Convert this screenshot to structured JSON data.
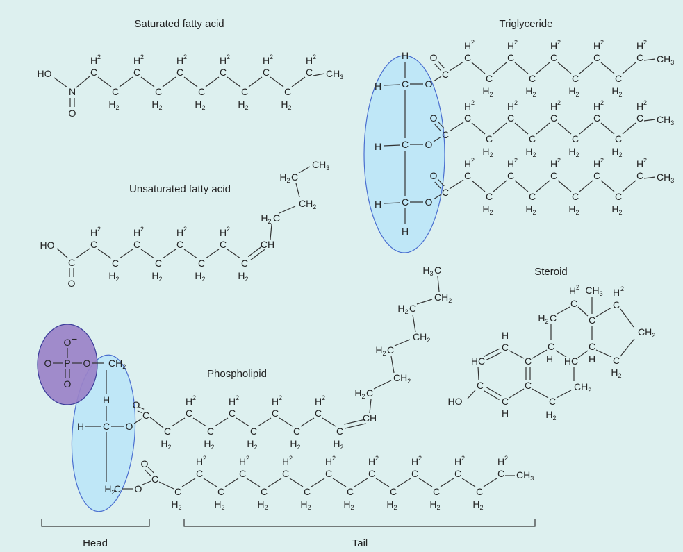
{
  "colors": {
    "background": "#ddf0ef",
    "glycerol_fill": "#bfe7f7",
    "glycerol_stroke": "#4a6fd0",
    "phosphate_fill": "#9a82c8",
    "phosphate_stroke": "#3b3d9a",
    "ink": "#222222"
  },
  "labels": {
    "saturated": "Saturated fatty acid",
    "unsaturated": "Unsaturated fatty acid",
    "triglyceride": "Triglyceride",
    "phospholipid": "Phospholipid",
    "steroid": "Steroid",
    "head": "Head",
    "tail": "Tail"
  },
  "atoms": {
    "HO": "HO",
    "N": "N",
    "O": "O",
    "C": "C",
    "H": "H",
    "CH3": "CH",
    "H3C": "H",
    "CH2": "CH",
    "H2C": "H",
    "HC": "HC",
    "CH": "CH",
    "P": "P",
    "Ominus": "O",
    "minus": "−"
  },
  "subs": {
    "two": "2",
    "three": "3"
  }
}
